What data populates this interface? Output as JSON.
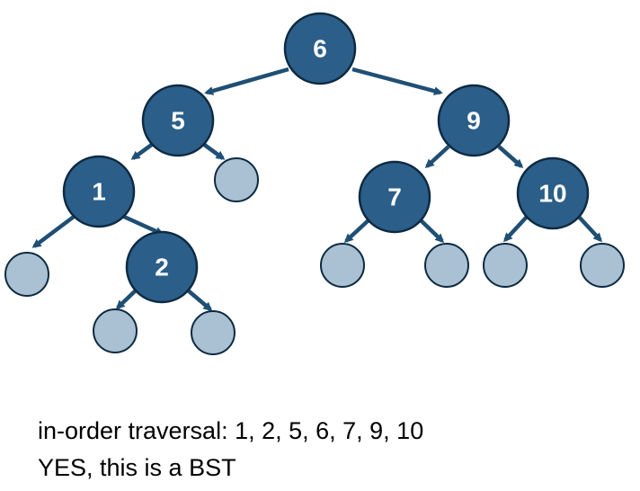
{
  "colors": {
    "node_fill": "#2b5e88",
    "node_stroke": "#0d2a42",
    "null_fill": "#a9c1d2",
    "null_stroke": "#0d2a42",
    "edge": "#1f4f74",
    "label": "#ffffff"
  },
  "tree": {
    "nodes": [
      {
        "id": "n6",
        "label": "6"
      },
      {
        "id": "n5",
        "label": "5"
      },
      {
        "id": "n9",
        "label": "9"
      },
      {
        "id": "n1",
        "label": "1"
      },
      {
        "id": "n7",
        "label": "7"
      },
      {
        "id": "n10",
        "label": "10"
      },
      {
        "id": "n2",
        "label": "2"
      }
    ],
    "null_leaves": 8
  },
  "caption": {
    "traversal": "in-order traversal: 1, 2, 5, 6, 7, 9, 10",
    "verdict": "YES, this is a BST"
  }
}
